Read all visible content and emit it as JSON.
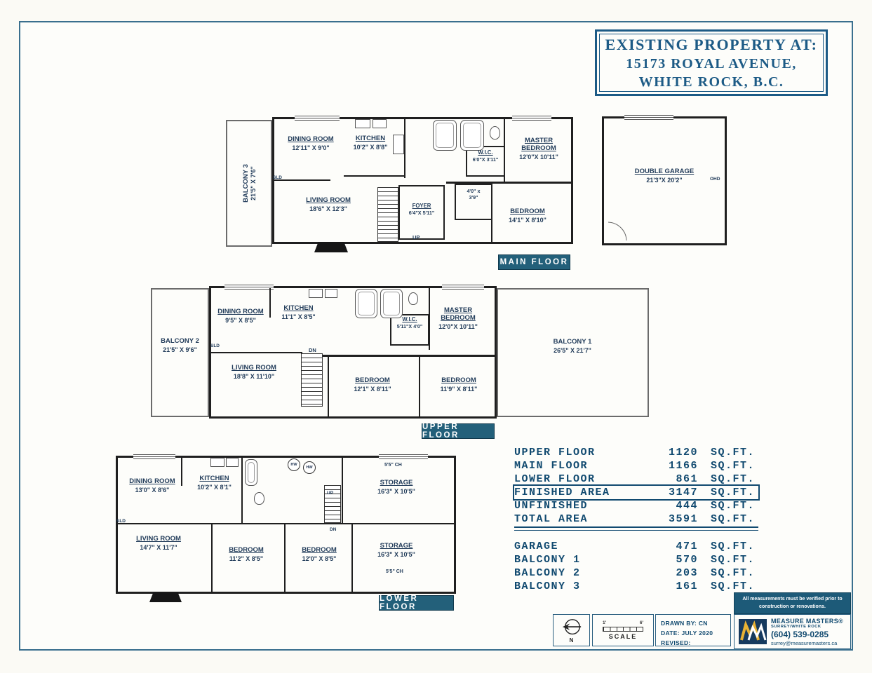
{
  "title_box": {
    "line1": "EXISTING PROPERTY AT:",
    "line2": "15173 ROYAL AVENUE,",
    "line3": "WHITE ROCK, B.C."
  },
  "plan_labels": {
    "sld": "SLD",
    "up": "UP",
    "dn": "DN",
    "hw": "HW",
    "ohd": "OHD"
  },
  "main_floor": {
    "tag": "MAIN FLOOR",
    "balcony3": {
      "name": "BALCONY 3",
      "dims": "21'5\" X 7'6\""
    },
    "dining": {
      "name": "DINING ROOM",
      "dims": "12'11\" X 9'0\""
    },
    "kitchen": {
      "name": "KITCHEN",
      "dims": "10'2\" X 8'8\""
    },
    "wic": {
      "name": "W.I.C.",
      "dims": "6'0\"X 3'11\""
    },
    "master": {
      "name": "MASTER BEDROOM",
      "dims": "12'0\"X 10'11\""
    },
    "living": {
      "name": "LIVING ROOM",
      "dims": "18'6\" X 12'3\""
    },
    "foyer": {
      "name": "FOYER",
      "dims": "6'4\"X 5'11\""
    },
    "closet": {
      "dims": "4'0\" x 3'9\""
    },
    "bedroom": {
      "name": "BEDROOM",
      "dims": "14'1\" X 8'10\""
    }
  },
  "garage": {
    "name": "DOUBLE GARAGE",
    "dims": "21'3\"X 20'2\""
  },
  "upper_floor": {
    "tag": "UPPER FLOOR",
    "balcony2": {
      "name": "BALCONY 2",
      "dims": "21'5\" X 9'6\""
    },
    "balcony1": {
      "name": "BALCONY 1",
      "dims": "26'5\" X 21'7\""
    },
    "dining": {
      "name": "DINING ROOM",
      "dims": "9'5\" X 8'5\""
    },
    "kitchen": {
      "name": "KITCHEN",
      "dims": "11'1\" X 8'5\""
    },
    "wic": {
      "name": "W.I.C.",
      "dims": "5'11\"X 4'0\""
    },
    "master": {
      "name": "MASTER BEDROOM",
      "dims": "12'0\"X 10'11\""
    },
    "living": {
      "name": "LIVING ROOM",
      "dims": "18'8\" X 11'10\""
    },
    "bedroom1": {
      "name": "BEDROOM",
      "dims": "12'1\" X 8'11\""
    },
    "bedroom2": {
      "name": "BEDROOM",
      "dims": "11'9\" X 8'11\""
    }
  },
  "lower_floor": {
    "tag": "LOWER FLOOR",
    "dining": {
      "name": "DINING ROOM",
      "dims": "13'0\" X 8'6\""
    },
    "kitchen": {
      "name": "KITCHEN",
      "dims": "10'2\" X 8'1\""
    },
    "storage_top": {
      "name": "STORAGE",
      "dims": "16'3\" X 10'5\"",
      "ch": "5'5\" CH"
    },
    "living": {
      "name": "LIVING ROOM",
      "dims": "14'7\" X 11'7\""
    },
    "bedroom1": {
      "name": "BEDROOM",
      "dims": "11'2\" X 8'5\""
    },
    "bedroom2": {
      "name": "BEDROOM",
      "dims": "12'0\" X 8'5\""
    },
    "storage_bottom": {
      "name": "STORAGE",
      "dims": "16'3\" X 10'5\"",
      "ch": "5'5\" CH"
    }
  },
  "area_table": {
    "rows": [
      {
        "label": "UPPER FLOOR",
        "value": "1120",
        "unit": "SQ.FT."
      },
      {
        "label": "MAIN FLOOR",
        "value": "1166",
        "unit": "SQ.FT."
      },
      {
        "label": "LOWER FLOOR",
        "value": "861",
        "unit": "SQ.FT."
      },
      {
        "label": "FINISHED AREA",
        "value": "3147",
        "unit": "SQ.FT."
      },
      {
        "label": "UNFINISHED",
        "value": "444",
        "unit": "SQ.FT."
      },
      {
        "label": "TOTAL AREA",
        "value": "3591",
        "unit": "SQ.FT."
      }
    ],
    "rows2": [
      {
        "label": "GARAGE",
        "value": "471",
        "unit": "SQ.FT."
      },
      {
        "label": "BALCONY 1",
        "value": "570",
        "unit": "SQ.FT."
      },
      {
        "label": "BALCONY 2",
        "value": "203",
        "unit": "SQ.FT."
      },
      {
        "label": "BALCONY 3",
        "value": "161",
        "unit": "SQ.FT."
      }
    ]
  },
  "footer": {
    "north_label": "N",
    "scale_left": "1'",
    "scale_right": "6'",
    "scale_label": "SCALE",
    "drawn_by": "DRAWN BY: CN",
    "date": "DATE: JULY 2020",
    "revised": "REVISED:",
    "disclaimer": "All measurements must be verified prior to construction or renovations.",
    "company_name": "MEASURE MASTERS®",
    "company_sub": "SURREY/WHITE ROCK",
    "company_phone": "(604) 539-0285",
    "company_email": "surrey@measuremasters.ca"
  }
}
